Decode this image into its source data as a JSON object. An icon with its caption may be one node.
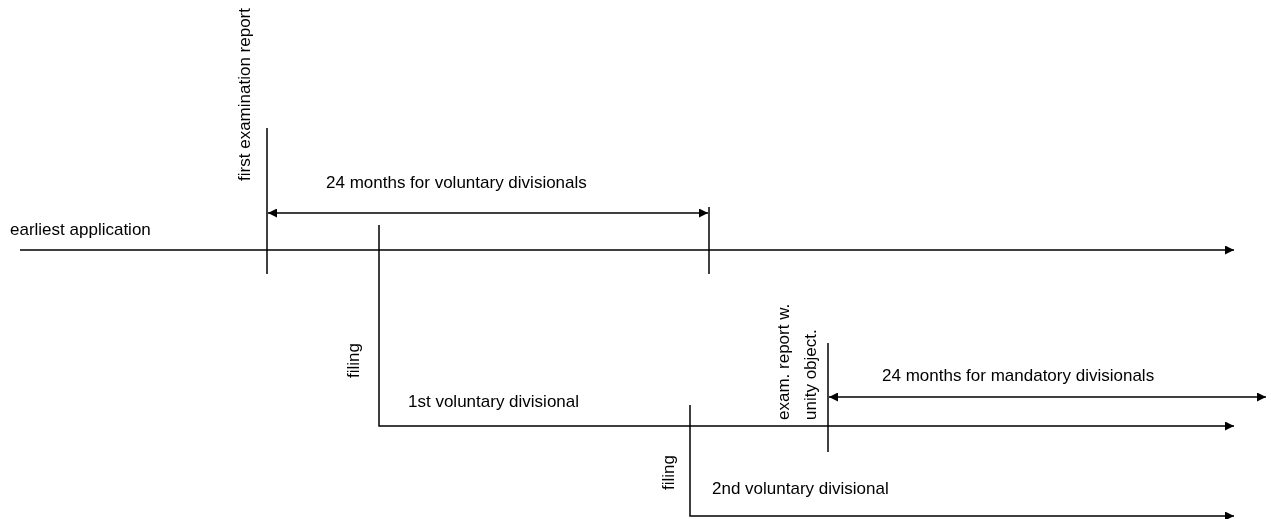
{
  "diagram": {
    "labels": [
      "first examination report",
      "24 months for voluntary divisionals",
      "earliest application",
      "filing",
      "exam. report w. unity object.",
      "24 months for mandatory divisionals",
      "1st voluntary divisional",
      "filing",
      "2nd voluntary divisional"
    ]
  }
}
